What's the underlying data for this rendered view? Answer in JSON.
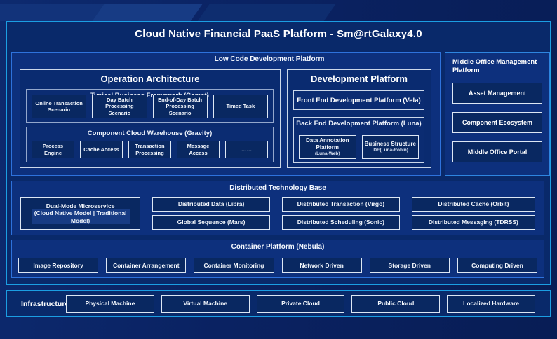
{
  "title": "Cloud Native Financial PaaS Platform - Sm@rtGalaxy4.0",
  "low_code": {
    "label": "Low Code Development Platform",
    "operation_architecture": {
      "title": "Operation Architecture",
      "typical_business": {
        "label": "Typical Business Framework (Comet)",
        "items": [
          "Online Transaction Scenario",
          "Day Batch Processing Scenario",
          "End-of-Day Batch Processing Scenario",
          "Timed Task"
        ]
      },
      "component_cloud": {
        "label": "Component Cloud Warehouse (Gravity)",
        "items": [
          "Process Engine",
          "Cache Access",
          "Transaction Processing",
          "Message Access",
          "……"
        ]
      }
    },
    "development_platform": {
      "title": "Development Platform",
      "front_end": "Front End Development Platform (Vela)",
      "back_end": {
        "label": "Back End Development Platform (Luna)",
        "items": [
          {
            "title": "Data Annotation Platform",
            "subtitle": "(Luna-Web)"
          },
          {
            "title": "Business Structure",
            "subtitle": "IDE(Luna-Robin)"
          }
        ]
      }
    }
  },
  "middle_office": {
    "label": "Middle Office Management Platform",
    "items": [
      "Asset Management",
      "Component Ecosystem",
      "Middle Office Portal"
    ]
  },
  "distributed": {
    "label": "Distributed Technology Base",
    "dual_mode": {
      "title": "Dual-Mode Microservice",
      "subtitle": "(Cloud Native Model | Traditional Model)"
    },
    "grid": [
      [
        "Distributed Data (Libra)",
        "Distributed Transaction (Virgo)",
        "Distributed Cache (Orbit)"
      ],
      [
        "Global Sequence (Mars)",
        "Distributed Scheduling (Sonic)",
        "Distributed Messaging (TDRSS)"
      ]
    ]
  },
  "container": {
    "label": "Container Platform (Nebula)",
    "items": [
      "Image Repository",
      "Container Arrangement",
      "Container Monitoring",
      "Network Driven",
      "Storage Driven",
      "Computing Driven"
    ]
  },
  "infrastructure": {
    "label": "Infrastructure",
    "items": [
      "Physical Machine",
      "Virtual Machine",
      "Private Cloud",
      "Public Cloud",
      "Localized Hardware"
    ]
  },
  "colors": {
    "background": "#0a2262",
    "frame_border": "#1b9ee3",
    "section_border": "#2e72dc",
    "panel_border": "#ccd8ea",
    "item_border": "#dde7f4",
    "section_fill": "#0d307d",
    "item_fill": "#092861",
    "text": "#ffffff"
  }
}
